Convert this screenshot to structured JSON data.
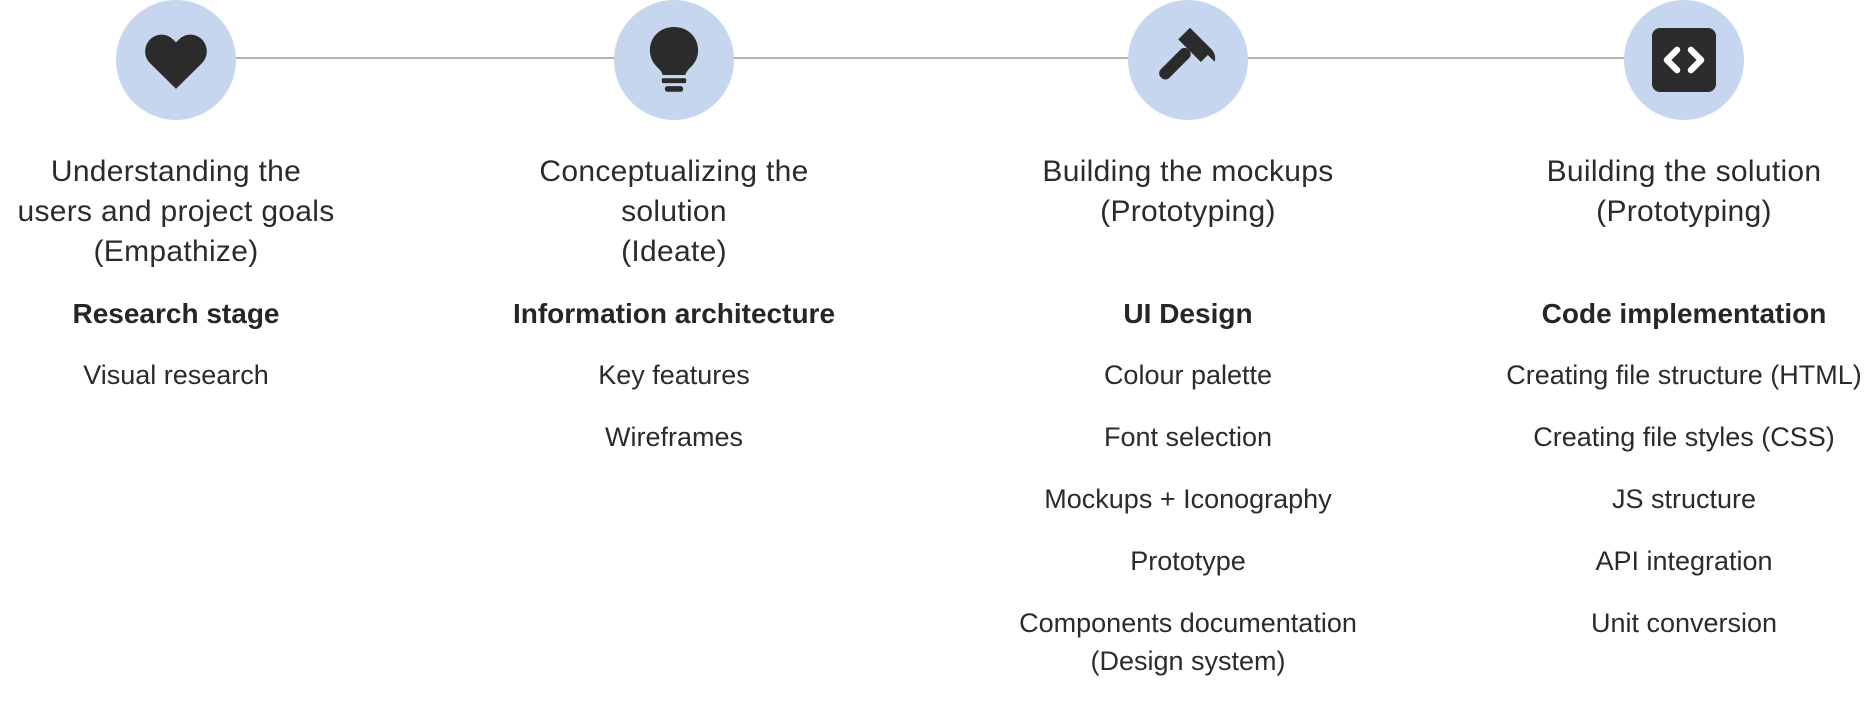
{
  "stages": [
    {
      "icon": "heart-icon",
      "title_lines": [
        "Understanding the",
        "users and project goals",
        "(Empathize)"
      ],
      "phase": "Research stage",
      "tasks": [
        {
          "lines": [
            "Visual research"
          ]
        }
      ]
    },
    {
      "icon": "lightbulb-icon",
      "title_lines": [
        "Conceptualizing the solution",
        "(Ideate)"
      ],
      "phase": "Information architecture",
      "tasks": [
        {
          "lines": [
            "Key features"
          ]
        },
        {
          "lines": [
            "Wireframes"
          ]
        }
      ]
    },
    {
      "icon": "hammer-icon",
      "title_lines": [
        "Building the mockups",
        "(Prototyping)"
      ],
      "phase": "UI Design",
      "tasks": [
        {
          "lines": [
            "Colour palette"
          ]
        },
        {
          "lines": [
            "Font selection"
          ]
        },
        {
          "lines": [
            "Mockups + Iconography"
          ]
        },
        {
          "lines": [
            "Prototype"
          ]
        },
        {
          "lines": [
            "Components documentation",
            "(Design system)"
          ]
        }
      ]
    },
    {
      "icon": "code-icon",
      "title_lines": [
        "Building the solution",
        "(Prototyping)"
      ],
      "phase": "Code implementation",
      "tasks": [
        {
          "lines": [
            "Creating file structure (HTML)"
          ]
        },
        {
          "lines": [
            "Creating file styles (CSS)"
          ]
        },
        {
          "lines": [
            "JS structure"
          ]
        },
        {
          "lines": [
            "API integration"
          ]
        },
        {
          "lines": [
            "Unit conversion"
          ]
        }
      ]
    }
  ],
  "colors": {
    "circle": "#c5d6ee",
    "connector": "#b3b3b3",
    "icon": "#2b2b2b",
    "text": "#262626"
  }
}
